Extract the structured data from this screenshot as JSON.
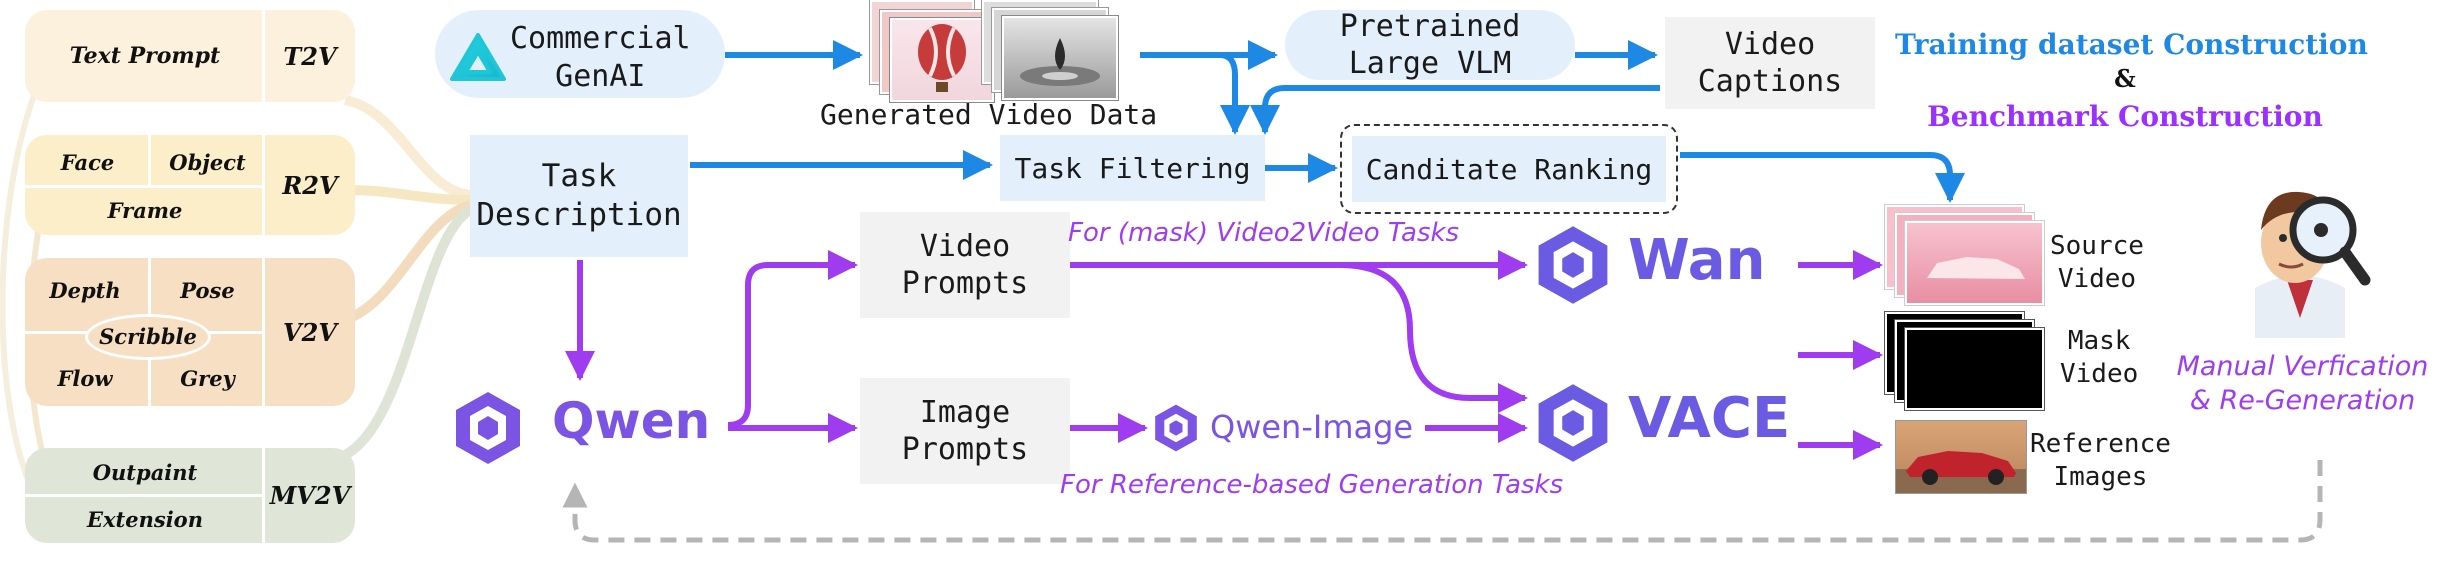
{
  "colors": {
    "blue_arrow": "#1e88e5",
    "purple_arrow": "#a03cf0",
    "light_blue_box": "#e3f0fb",
    "grey_box": "#f2f2f2",
    "t2v_bg": "#fbf1dc",
    "r2v_bg": "#fbeec8",
    "v2v_bg": "#f7dfc4",
    "mv2v_bg": "#dfe6d8",
    "title_blue": "#1e88e5",
    "title_purple": "#9b30ff",
    "logo_purple": "#7b54e4"
  },
  "tasks": {
    "t2v": {
      "label": "T2V",
      "items": [
        "Text Prompt"
      ]
    },
    "r2v": {
      "label": "R2V",
      "items": [
        "Face",
        "Object",
        "Frame"
      ]
    },
    "v2v": {
      "label": "V2V",
      "items": [
        "Depth",
        "Pose",
        "Scribble",
        "Flow",
        "Grey"
      ]
    },
    "mv2v": {
      "label": "MV2V",
      "items": [
        "Outpaint",
        "Extension"
      ]
    }
  },
  "nodes": {
    "commercial": "Commercial\nGenAI",
    "generated_data": "Generated Video Data",
    "pretrained_vlm": "Pretrained\nLarge VLM",
    "video_captions": "Video\nCaptions",
    "task_description": "Task\nDescription",
    "task_filtering": "Task Filtering",
    "candidate_ranking": "Canditate Ranking",
    "video_prompts": "Video\nPrompts",
    "image_prompts": "Image\nPrompts",
    "qwen": "Qwen",
    "qwen_image": "Qwen-Image",
    "wan": "Wan",
    "vace": "VACE"
  },
  "annotations": {
    "v2v_tasks": "For (mask) Video2Video Tasks",
    "ref_tasks": "For Reference-based Generation Tasks"
  },
  "outputs": {
    "source_video": "Source\nVideo",
    "mask_video": "Mask\nVideo",
    "reference_images": "Reference\nImages"
  },
  "titles": {
    "training": "Training dataset Construction",
    "amp": "&",
    "benchmark": "Benchmark Construction",
    "manual": "Manual Verfication\n& Re-Generation"
  }
}
